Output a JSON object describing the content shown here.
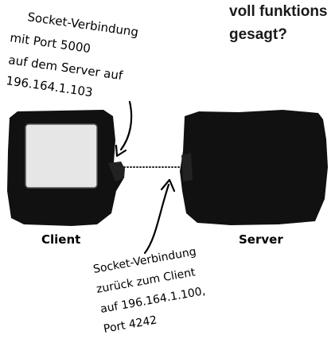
{
  "body_text": {
    "line1": "voll funktions",
    "line2": "gesagt?"
  },
  "server_connection_note": {
    "line1": "Socket-Verbindung",
    "line2": "mit Port 5000",
    "line3": "auf dem Server auf",
    "line4": "196.164.1.103"
  },
  "client_connection_note": {
    "line1": "Socket-Verbindung",
    "line2": "zurück zum Client",
    "line3": "auf 196.164.1.100,",
    "line4": "Port 4242"
  },
  "labels": {
    "client": "Client",
    "server": "Server"
  },
  "colors": {
    "device": "#111111",
    "screen": "#e6e6e6",
    "connection": "#222222"
  }
}
